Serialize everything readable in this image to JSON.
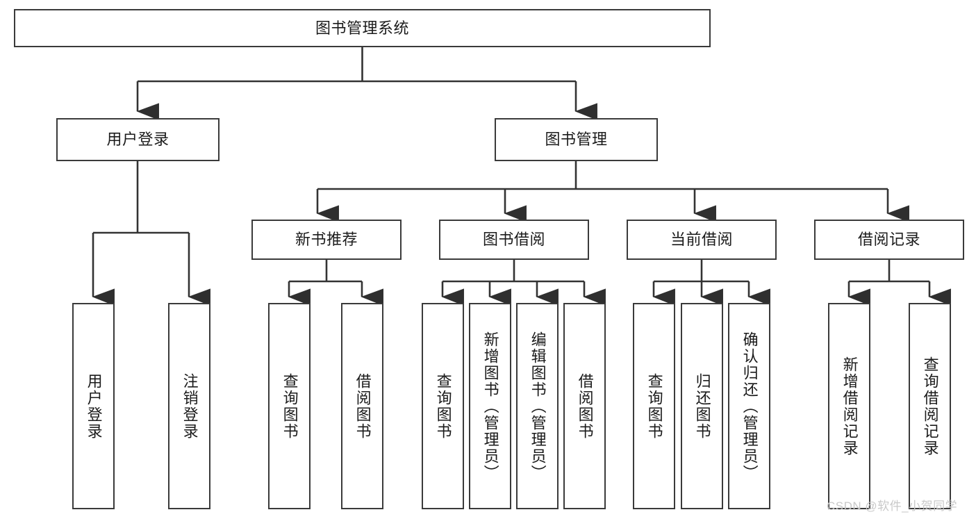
{
  "diagram": {
    "type": "tree-hierarchy",
    "title": "图书管理系统",
    "watermark": "CSDN @软件_小贺同学",
    "colors": {
      "box_border": "#3a3a3a",
      "box_fill": "#ffffff",
      "connector": "#333333",
      "text": "#1b1b1b",
      "watermark": "#c9c9c9",
      "background": "#ffffff"
    },
    "nodes": {
      "root": {
        "label": "图书管理系统",
        "level": 1,
        "orientation": "horizontal"
      },
      "level2": [
        {
          "id": "user-login",
          "label": "用户登录",
          "orientation": "horizontal"
        },
        {
          "id": "book-management",
          "label": "图书管理",
          "orientation": "horizontal"
        }
      ],
      "level3": [
        {
          "id": "new-book-recommend",
          "label": "新书推荐",
          "orientation": "horizontal"
        },
        {
          "id": "book-borrow",
          "label": "图书借阅",
          "orientation": "horizontal"
        },
        {
          "id": "current-borrow",
          "label": "当前借阅",
          "orientation": "horizontal"
        },
        {
          "id": "borrow-record",
          "label": "借阅记录",
          "orientation": "horizontal"
        }
      ],
      "leaves": {
        "user-login": [
          {
            "id": "leaf-user-login",
            "label": "用户登录",
            "orientation": "vertical"
          },
          {
            "id": "leaf-user-logout",
            "label": "注销登录",
            "orientation": "vertical"
          }
        ],
        "new-book-recommend": [
          {
            "id": "leaf-query-book-1",
            "label": "查询图书",
            "orientation": "vertical"
          },
          {
            "id": "leaf-borrow-book-1",
            "label": "借阅图书",
            "orientation": "vertical"
          }
        ],
        "book-borrow": [
          {
            "id": "leaf-query-book-2",
            "label": "查询图书",
            "orientation": "vertical"
          },
          {
            "id": "leaf-add-book",
            "label": "新增图书（管理员）",
            "orientation": "vertical"
          },
          {
            "id": "leaf-edit-book",
            "label": "编辑图书（管理员）",
            "orientation": "vertical"
          },
          {
            "id": "leaf-borrow-book-2",
            "label": "借阅图书",
            "orientation": "vertical"
          }
        ],
        "current-borrow": [
          {
            "id": "leaf-query-book-3",
            "label": "查询图书",
            "orientation": "vertical"
          },
          {
            "id": "leaf-return-book",
            "label": "归还图书",
            "orientation": "vertical"
          },
          {
            "id": "leaf-confirm-return",
            "label": "确认归还（管理员）",
            "orientation": "vertical"
          }
        ],
        "borrow-record": [
          {
            "id": "leaf-add-record",
            "label": "新增借阅记录",
            "orientation": "vertical"
          },
          {
            "id": "leaf-query-record",
            "label": "查询借阅记录",
            "orientation": "vertical"
          }
        ]
      }
    }
  }
}
